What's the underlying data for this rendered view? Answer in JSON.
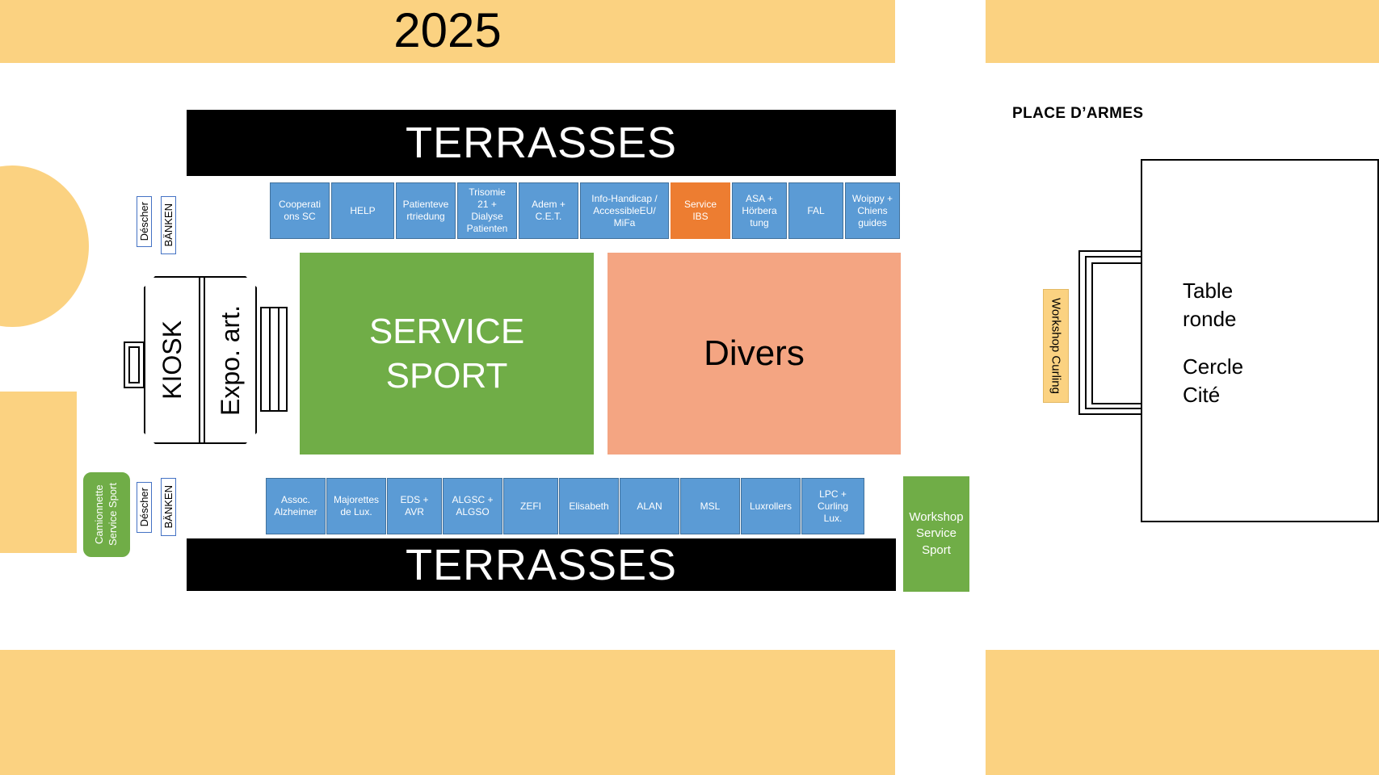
{
  "page": {
    "title": "2025",
    "place_label": "PLACE D’ARMES"
  },
  "colors": {
    "stand_blue": "#5B9BD5",
    "stand_blue_border": "#41719C",
    "highlight_orange": "#ED7D31",
    "area_green": "#70AD47",
    "area_salmon": "#F4A582",
    "banner_yellow": "#FBD281",
    "terrace_black": "#000000",
    "outline_blue": "#4472C4"
  },
  "terraces": {
    "top_label": "TERRASSES",
    "bottom_label": "TERRASSES"
  },
  "areas": {
    "service_sport": "SERVICE\nSPORT",
    "service_sport_line1": "SERVICE",
    "service_sport_line2": "SPORT",
    "divers": "Divers"
  },
  "top_stands": [
    {
      "label": "Cooperations SC",
      "lines": [
        "Cooperati",
        "ons SC"
      ],
      "color": "blue"
    },
    {
      "label": "HELP",
      "lines": [
        "HELP"
      ],
      "color": "blue"
    },
    {
      "label": "Patientevertriedung",
      "lines": [
        "Patienteve",
        "rtriedung"
      ],
      "color": "blue"
    },
    {
      "label": "Trisomie 21 + Dialyse Patienten",
      "lines": [
        "Trisomie",
        "21 +",
        "Dialyse",
        "Patienten"
      ],
      "color": "blue"
    },
    {
      "label": "Adem + C.E.T.",
      "lines": [
        "Adem +",
        "C.E.T."
      ],
      "color": "blue"
    },
    {
      "label": "Info-Handicap / AccessibleEU/ MiFa",
      "lines": [
        "Info-Handicap /",
        "AccessibleEU/",
        "MiFa"
      ],
      "color": "blue"
    },
    {
      "label": "Service IBS",
      "lines": [
        "Service",
        "IBS"
      ],
      "color": "orange"
    },
    {
      "label": "ASA + Hörberatung",
      "lines": [
        "ASA +",
        "Hörbera",
        "tung"
      ],
      "color": "blue"
    },
    {
      "label": "FAL",
      "lines": [
        "FAL"
      ],
      "color": "blue"
    },
    {
      "label": "Woippy + Chiens guides",
      "lines": [
        "Woippy +",
        "Chiens",
        "guides"
      ],
      "color": "blue"
    }
  ],
  "bottom_stands": [
    {
      "label": "Assoc. Alzheimer",
      "lines": [
        "Assoc.",
        "Alzheimer"
      ],
      "color": "blue"
    },
    {
      "label": "Majorettes de Lux.",
      "lines": [
        "Majorettes",
        "de Lux."
      ],
      "color": "blue"
    },
    {
      "label": "EDS + AVR",
      "lines": [
        "EDS +",
        "AVR"
      ],
      "color": "blue"
    },
    {
      "label": "ALGSC + ALGSO",
      "lines": [
        "ALGSC +",
        "ALGSO"
      ],
      "color": "blue"
    },
    {
      "label": "ZEFI",
      "lines": [
        "ZEFI"
      ],
      "color": "blue"
    },
    {
      "label": "Elisabeth",
      "lines": [
        "Elisabeth"
      ],
      "color": "blue"
    },
    {
      "label": "ALAN",
      "lines": [
        "ALAN"
      ],
      "color": "blue"
    },
    {
      "label": "MSL",
      "lines": [
        "MSL"
      ],
      "color": "blue"
    },
    {
      "label": "Luxrollers",
      "lines": [
        "Luxrollers"
      ],
      "color": "blue"
    },
    {
      "label": "LPC + Curling Lux.",
      "lines": [
        "LPC +",
        "Curling",
        "Lux."
      ],
      "color": "blue"
    }
  ],
  "kiosk": {
    "left_label": "KIOSK",
    "right_label": "Expo. art."
  },
  "vertical_labels": {
    "top_descher": "Déscher",
    "top_banken": "BÄNKEN",
    "bottom_descher": "Déscher",
    "bottom_banken": "BÄNKEN"
  },
  "truck": {
    "line1": "Camionnette",
    "line2": "Service Sport"
  },
  "workshops": {
    "curling": "Workshop Curling",
    "service_sport_lines": [
      "Workshop",
      "Service",
      "Sport"
    ]
  },
  "table_ronde": {
    "line1": "Table",
    "line2": "ronde",
    "line3": "Cercle",
    "line4": "Cité"
  }
}
